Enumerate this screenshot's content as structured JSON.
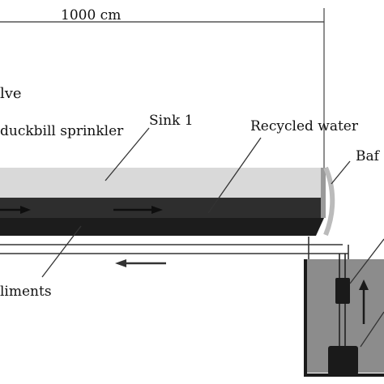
{
  "labels": {
    "length": "1000 cm",
    "valve": "lve",
    "sprinkler": "duckbill sprinkler",
    "sink": "Sink 1",
    "recycled": "Recycled water",
    "baffle": "Baf",
    "sediments": "liments"
  },
  "colors": {
    "water": "#d9d9d9",
    "tank_wall": "#2e2e2e",
    "tank_floor": "#1c1c1c",
    "reservoir_water": "#8c8c8c",
    "line": "#333333",
    "text": "#111111"
  },
  "icons": [
    "flow-arrow-right",
    "flow-arrow-left",
    "flow-arrow-up",
    "pump",
    "filter-cylinder"
  ]
}
